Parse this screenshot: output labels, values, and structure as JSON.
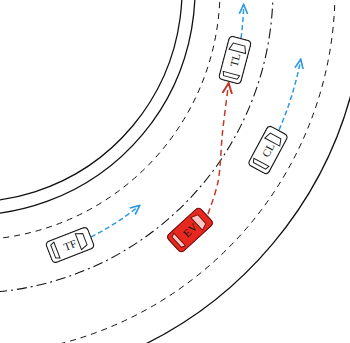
{
  "diagram": {
    "nodes": [
      {
        "text": [
          "TL"
        ]
      },
      {
        "text": [
          "CL"
        ]
      },
      {
        "text": [
          "TF"
        ]
      },
      {
        "text": [
          "EV"
        ]
      }
    ],
    "edges": [
      {
        "from": 3,
        "to": 0,
        "arrow": "to"
      }
    ]
  }
}
